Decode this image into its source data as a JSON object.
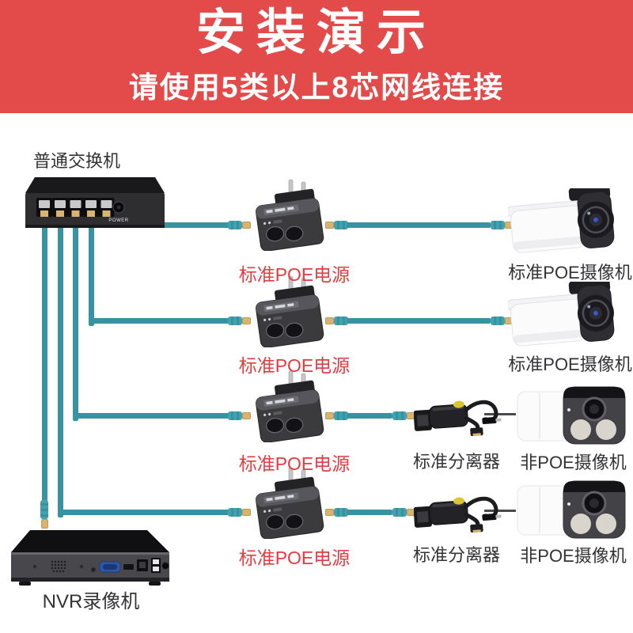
{
  "header": {
    "title": "安装演示",
    "subtitle": "请使用5类以上8芯网线连接",
    "banner_color": "#e34a4a"
  },
  "palette": {
    "label_red": "#e23c41",
    "cable_teal": "#3793a1",
    "connector_tan": "#d8b46e",
    "device_dark": "#313134",
    "text_dark": "#333336"
  },
  "switch": {
    "label": "普通交换机",
    "power_label": "POWER",
    "port_count": 5
  },
  "rows": [
    {
      "power_label": "标准POE电源",
      "camera_label": "标准POE摄像机"
    },
    {
      "power_label": "标准POE电源",
      "camera_label": "标准POE摄像机"
    },
    {
      "power_label": "标准POE电源",
      "splitter_label": "标准分离器",
      "camera_label": "非POE摄像机"
    },
    {
      "power_label": "标准POE电源",
      "splitter_label": "标准分离器",
      "camera_label": "非POE摄像机"
    }
  ],
  "nvr": {
    "label": "NVR录像机"
  }
}
